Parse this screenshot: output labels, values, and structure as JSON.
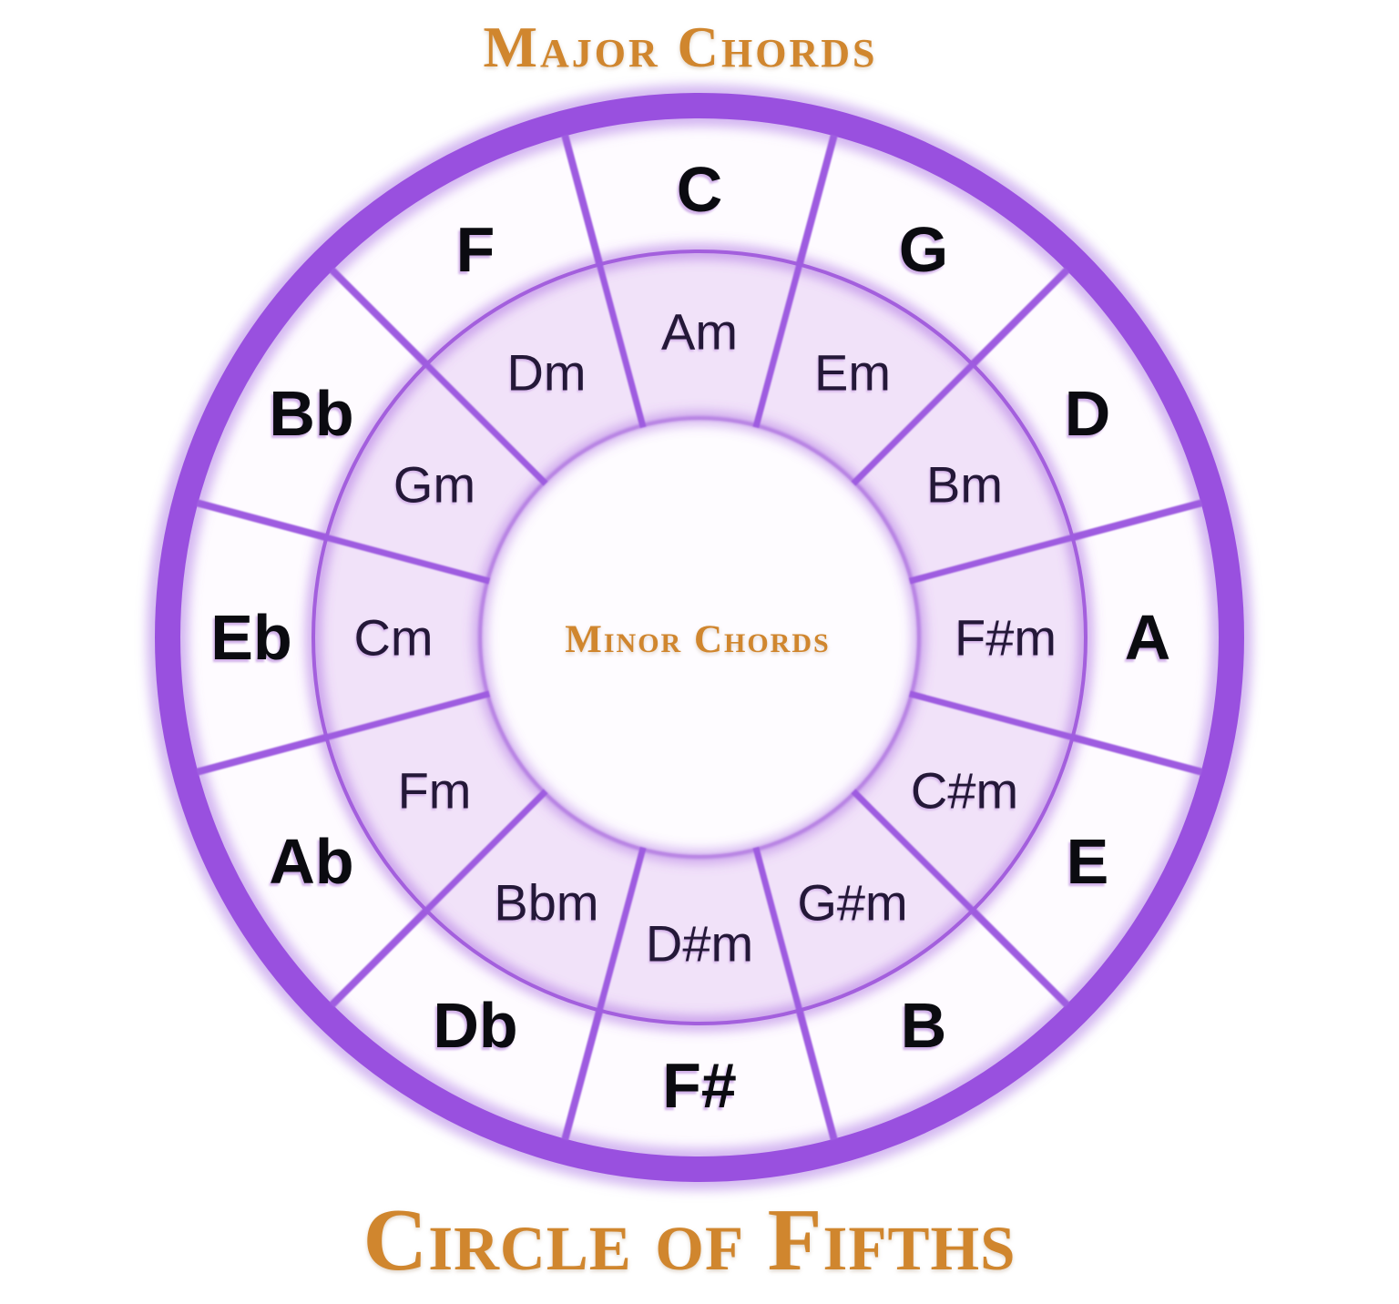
{
  "titles": {
    "top": "Major Chords",
    "center": "Minor Chords",
    "bottom": "Circle of Fifths"
  },
  "wheel": {
    "major_chords": [
      "C",
      "G",
      "D",
      "A",
      "E",
      "B",
      "F#",
      "Db",
      "Ab",
      "Eb",
      "Bb",
      "F"
    ],
    "minor_chords": [
      "Am",
      "Em",
      "Bm",
      "F#m",
      "C#m",
      "G#m",
      "D#m",
      "Bbm",
      "Fm",
      "Cm",
      "Gm",
      "Dm"
    ]
  },
  "colors": {
    "title_orange": "#D0862E",
    "ring_purple": "#9950DF",
    "divider_purple": "#9E5CE0",
    "inner_ring_fill": "#F1E2F9",
    "outer_ring_fill": "#FEFBFF",
    "center_fill": "#FEFCFF",
    "major_label": "#0B0B10",
    "minor_label": "#241838"
  }
}
